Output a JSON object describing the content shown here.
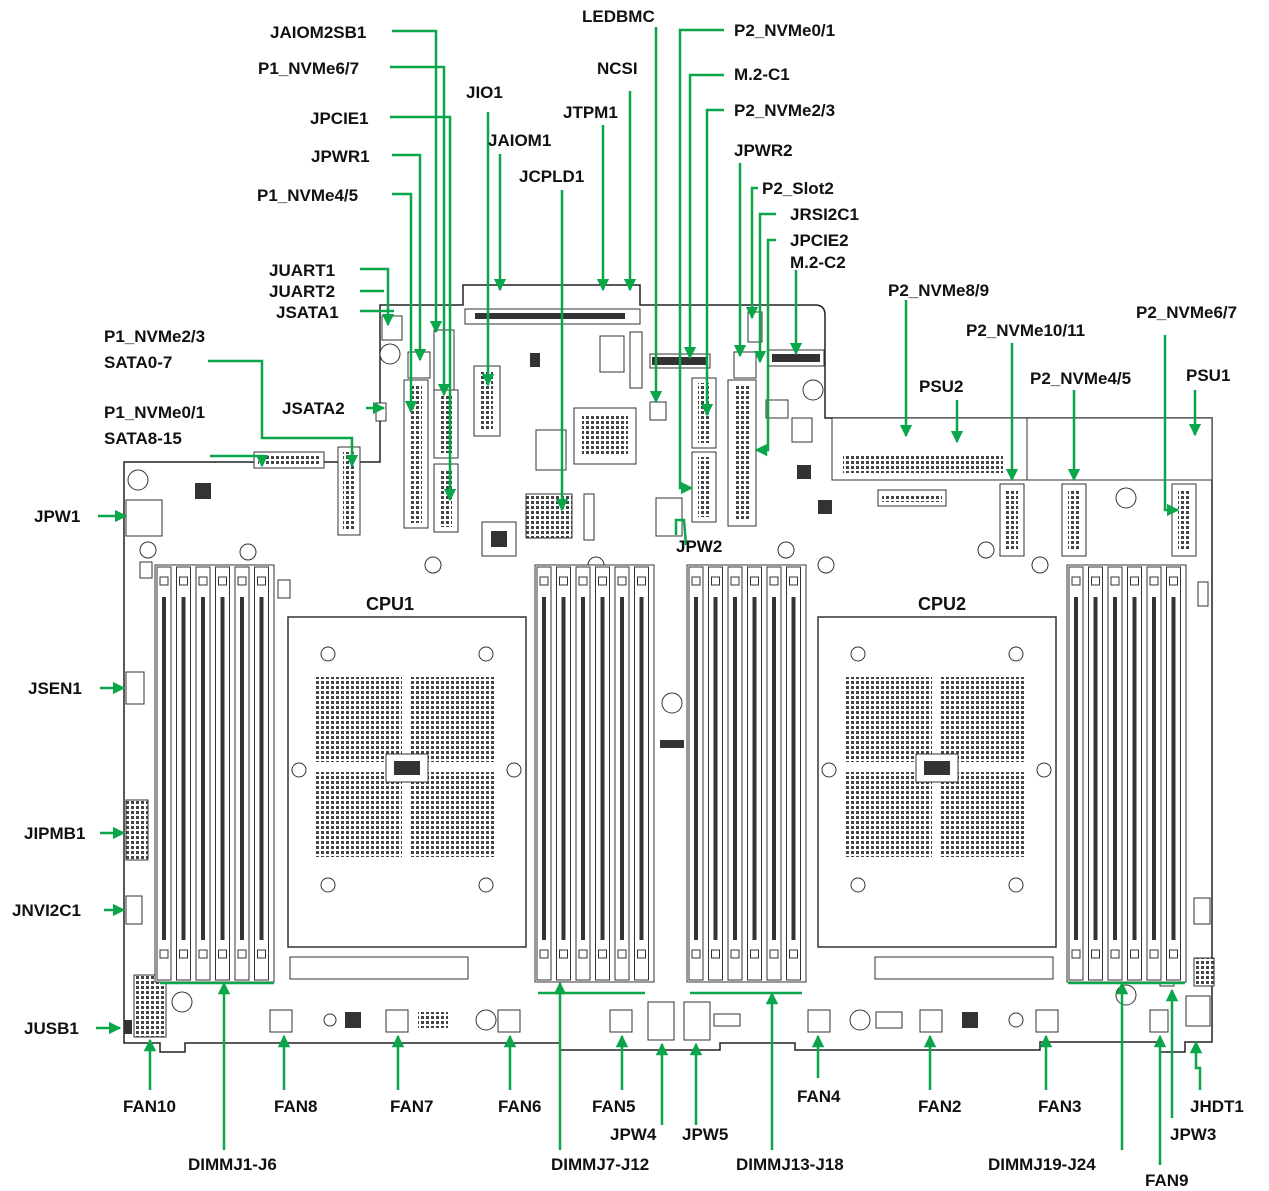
{
  "diagram": {
    "colors": {
      "leader": "#0aa64a",
      "outline": "#222222",
      "component": "#333333",
      "background": "#ffffff"
    },
    "cpus": [
      "CPU1",
      "CPU2"
    ],
    "labels": {
      "JAIOM2SB1": "JAIOM2SB1",
      "LEDBMC": "LEDBMC",
      "P2_NVMe0_1": "P2_NVMe0/1",
      "P1_NVMe6_7": "P1_NVMe6/7",
      "NCSI": "NCSI",
      "M2_C1": "M.2-C1",
      "JIO1": "JIO1",
      "JPCIE1": "JPCIE1",
      "JTPM1": "JTPM1",
      "P2_NVMe2_3": "P2_NVMe2/3",
      "JAIOM1": "JAIOM1",
      "JPWR1": "JPWR1",
      "JPWR2": "JPWR2",
      "P1_NVMe4_5": "P1_NVMe4/5",
      "JCPLD1": "JCPLD1",
      "P2_Slot2": "P2_Slot2",
      "JRSI2C1": "JRSI2C1",
      "JPCIE2": "JPCIE2",
      "M2_C2": "M.2-C2",
      "JUART1": "JUART1",
      "JUART2": "JUART2",
      "JSATA1": "JSATA1",
      "P2_NVMe8_9": "P2_NVMe8/9",
      "P2_NVMe6_7": "P2_NVMe6/7",
      "P1_NVMe2_3": "P1_NVMe2/3",
      "P2_NVMe10_11": "P2_NVMe10/11",
      "SATA0_7": "SATA0-7",
      "PSU2": "PSU2",
      "PSU1": "PSU1",
      "P2_NVMe4_5": "P2_NVMe4/5",
      "P1_NVMe0_1": "P1_NVMe0/1",
      "JSATA2": "JSATA2",
      "SATA8_15": "SATA8-15",
      "JPW1": "JPW1",
      "JPW2": "JPW2",
      "JSEN1": "JSEN1",
      "JIPMB1": "JIPMB1",
      "JNVI2C1": "JNVI2C1",
      "JUSB1": "JUSB1",
      "FAN10": "FAN10",
      "FAN8": "FAN8",
      "FAN7": "FAN7",
      "FAN6": "FAN6",
      "FAN5": "FAN5",
      "FAN4": "FAN4",
      "FAN2": "FAN2",
      "FAN3": "FAN3",
      "JHDT1": "JHDT1",
      "JPW4": "JPW4",
      "JPW5": "JPW5",
      "JPW3": "JPW3",
      "DIMMJ1_J6": "DIMMJ1-J6",
      "DIMMJ7_J12": "DIMMJ7-J12",
      "DIMMJ13_J18": "DIMMJ13-J18",
      "DIMMJ19_J24": "DIMMJ19-J24",
      "FAN9": "FAN9"
    }
  }
}
